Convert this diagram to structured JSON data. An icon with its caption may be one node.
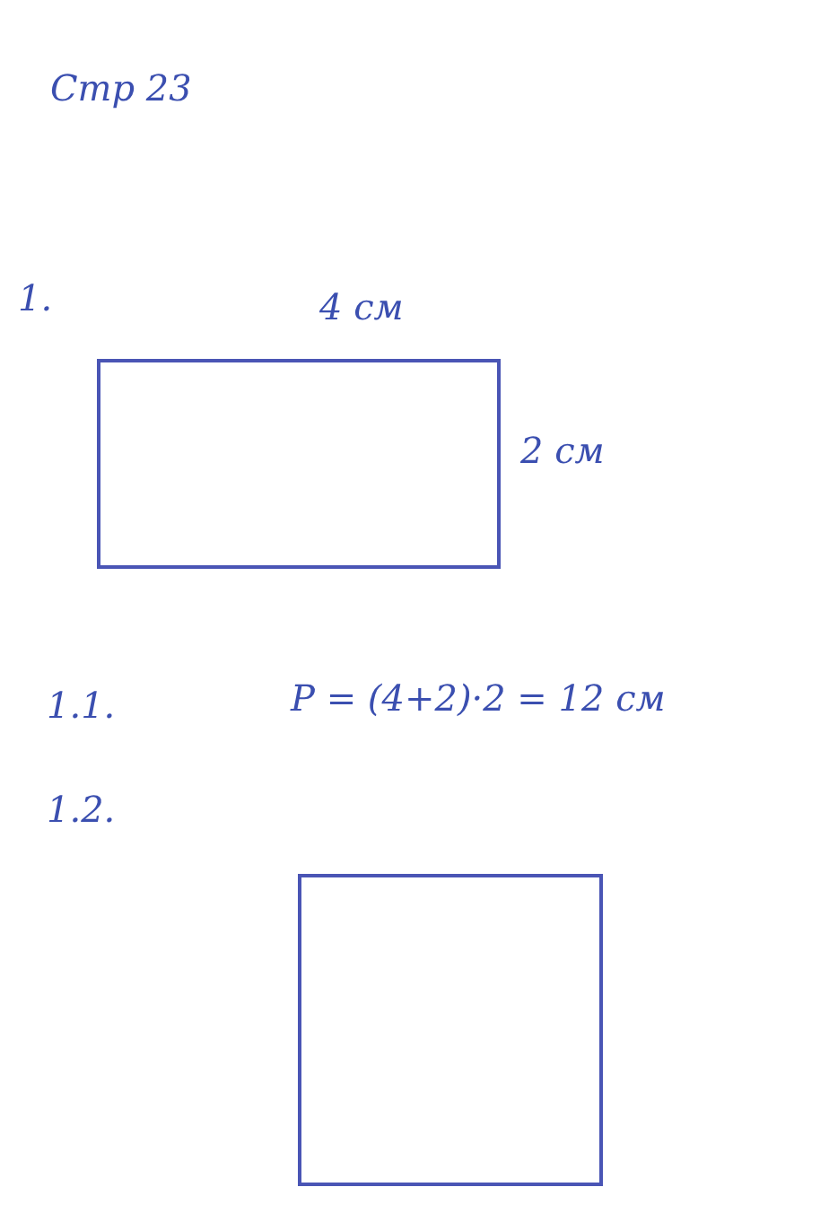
{
  "diagram": {
    "labels": [
      "Стр 23",
      "1.",
      "4 см",
      "2 см",
      "1.1.",
      "P = (4+2)·2 = 12 см",
      "1.2."
    ]
  }
}
